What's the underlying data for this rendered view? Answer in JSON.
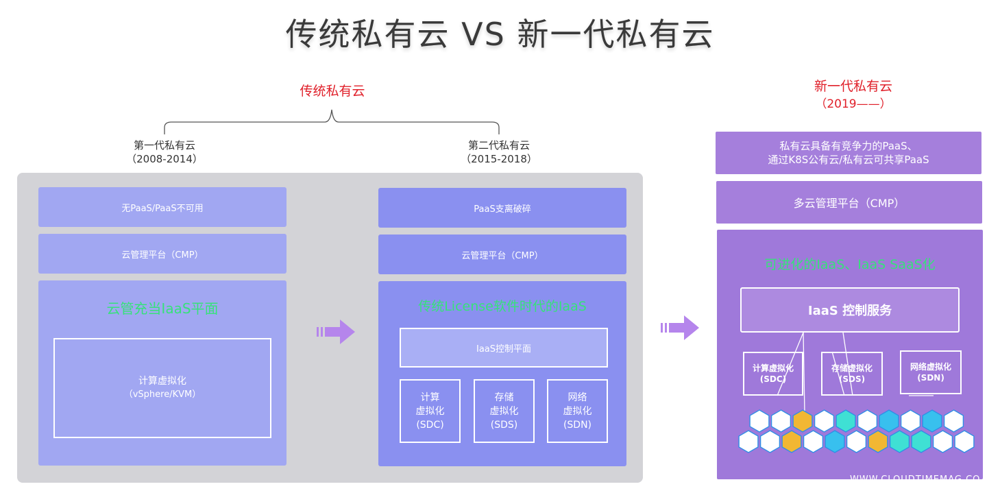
{
  "title": "传统私有云 VS 新一代私有云",
  "traditional": {
    "heading": "传统私有云",
    "gen1": {
      "label": "第一代私有云",
      "years": "（2008-2014）",
      "paas": "无PaaS/PaaS不可用",
      "cmp": "云管理平台（CMP）",
      "iaas_title": "云管充当IaaS平面",
      "compute_label": "计算虚拟化",
      "compute_detail": "（vSphere/KVM）"
    },
    "gen2": {
      "label": "第二代私有云",
      "years": "（2015-2018）",
      "paas": "PaaS支离破碎",
      "cmp": "云管理平台（CMP）",
      "iaas_title": "传统License软件时代的IaaS",
      "control_plane": "IaaS控制平面",
      "sdc": {
        "line1": "计算",
        "line2": "虚拟化",
        "line3": "(SDC)"
      },
      "sds": {
        "line1": "存储",
        "line2": "虚拟化",
        "line3": "(SDS)"
      },
      "sdn": {
        "line1": "网络",
        "line2": "虚拟化",
        "line3": "(SDN)"
      }
    }
  },
  "newgen": {
    "heading": "新一代私有云",
    "years": "（2019——）",
    "paas_line1": "私有云具备有竞争力的PaaS、",
    "paas_line2": "通过K8S公有云/私有云可共享PaaS",
    "cmp": "多云管理平台（CMP）",
    "iaas_title": "可进化的IaaS、IaaS SaaS化",
    "control_service": "IaaS 控制服务",
    "sdc": {
      "line1": "计算虚拟化",
      "line2": "(SDC)"
    },
    "sds": {
      "line1": "存储虚拟化",
      "line2": "(SDS)"
    },
    "sdn": {
      "line1": "网络虚拟化",
      "line2": "(SDN)"
    },
    "watermark": "WWW.CLOUDTIMEMAG.CO"
  },
  "colors": {
    "red": "#e0202a",
    "green": "#36e27a",
    "arrow": "#b585ec",
    "hex_white": "#ffffff",
    "hex_yellow": "#f2b733",
    "hex_teal": "#3fe0d4",
    "hex_blue": "#38c0ee"
  },
  "icons": [
    "arrow-right-icon",
    "brace-icon",
    "hexagon-icon"
  ]
}
